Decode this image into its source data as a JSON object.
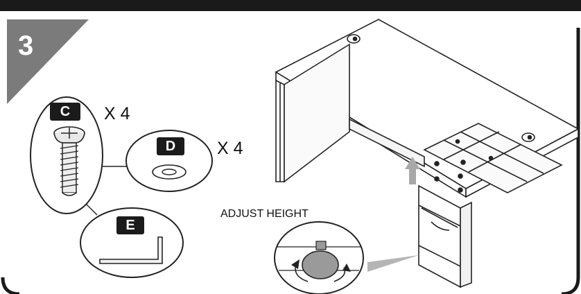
{
  "step": {
    "number": "3",
    "colors": {
      "badge": "#7b7b7b",
      "frame": "#1a1a1a",
      "arrow": "#a8a8a8"
    }
  },
  "parts": [
    {
      "id": "C",
      "quantity": "X 4",
      "icon": "screw-icon"
    },
    {
      "id": "D",
      "quantity": "X 4",
      "icon": "washer-icon"
    },
    {
      "id": "E",
      "icon": "allen-key-icon"
    }
  ],
  "callouts": {
    "adjust": "ADJUST HEIGHT",
    "adjust_icon": "leveling-foot-icon",
    "desk_icon": "desk-with-pedestal-icon"
  }
}
